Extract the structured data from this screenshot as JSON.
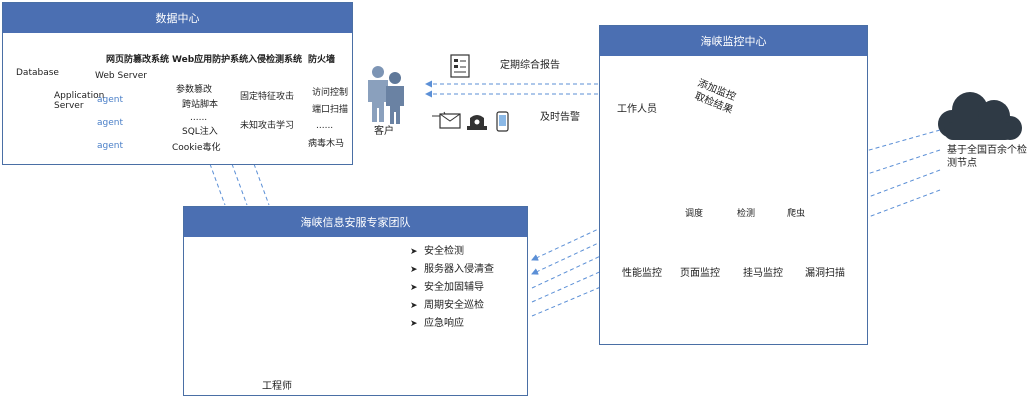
{
  "data_center": {
    "title": "数据中心",
    "systems": [
      "网页防篡改系统",
      "Web应用防护系统",
      "入侵检测系统",
      "防火墙"
    ],
    "servers": {
      "database": "Database",
      "application": "Application Server",
      "web": "Web Server",
      "agent": "agent"
    },
    "web_protection_items": [
      "参数篡改",
      "跨站脚本",
      "......",
      "SQL注入",
      "Cookie毒化"
    ],
    "ids_items": [
      "固定特征攻击",
      "未知攻击学习"
    ],
    "firewall_items": [
      "访问控制",
      "端口扫描",
      "......",
      "病毒木马"
    ]
  },
  "client": {
    "label": "客户",
    "report_label": "定期综合报告",
    "alarm_label": "及时告警"
  },
  "monitor_center": {
    "title": "海峡监控中心",
    "staff_label": "工作人员",
    "task_label_1": "添加监控",
    "task_label_2": "取检结果",
    "engines": [
      "调度",
      "检测",
      "爬虫"
    ],
    "monitors": [
      "性能监控",
      "页面监控",
      "挂马监控",
      "漏洞扫描"
    ],
    "nodes_label_1": "基于全国百余个检",
    "nodes_label_2": "测节点"
  },
  "expert_team": {
    "title": "海峡信息安服专家团队",
    "services": [
      "安全检测",
      "服务器入侵清查",
      "安全加固辅导",
      "周期安全巡检",
      "应急响应"
    ],
    "engineer_label": "工程师"
  },
  "colors": {
    "header": "#4b6fb2",
    "border": "#4a6fa5",
    "arrow": "#5b8fd6",
    "server": "#7a8a98",
    "cycle": "#3a6fc4"
  }
}
